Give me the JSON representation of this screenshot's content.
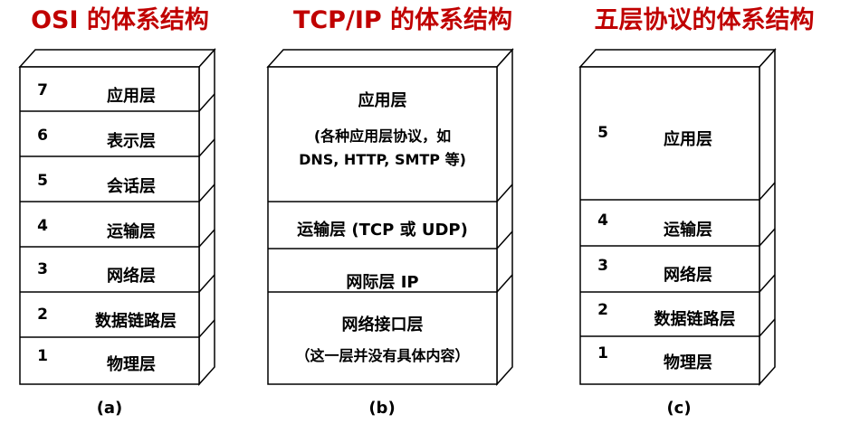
{
  "osi": {
    "title": "OSI 的体系结构",
    "caption": "(a)",
    "layers": [
      {
        "num": "7",
        "name": "应用层"
      },
      {
        "num": "6",
        "name": "表示层"
      },
      {
        "num": "5",
        "name": "会话层"
      },
      {
        "num": "4",
        "name": "运输层"
      },
      {
        "num": "3",
        "name": "网络层"
      },
      {
        "num": "2",
        "name": "数据链路层"
      },
      {
        "num": "1",
        "name": "物理层"
      }
    ]
  },
  "tcpip": {
    "title": "TCP/IP 的体系结构",
    "caption": "(b)",
    "app": {
      "name": "应用层",
      "detail_1": "(各种应用层协议，如",
      "detail_2": "DNS, HTTP, SMTP 等)"
    },
    "transport": {
      "name": "运输层 (TCP 或 UDP)"
    },
    "internet": {
      "name": "网际层 IP"
    },
    "link": {
      "name": "网络接口层",
      "detail": "（这一层并没有具体内容）"
    }
  },
  "five": {
    "title": "五层协议的体系结构",
    "caption": "(c)",
    "layers": [
      {
        "num": "5",
        "name": "应用层"
      },
      {
        "num": "4",
        "name": "运输层"
      },
      {
        "num": "3",
        "name": "网络层"
      },
      {
        "num": "2",
        "name": "数据链路层"
      },
      {
        "num": "1",
        "name": "物理层"
      }
    ]
  },
  "colors": {
    "title": "#c00000",
    "face": "#ffffff",
    "side": "#ffffff",
    "line": "#000000"
  }
}
